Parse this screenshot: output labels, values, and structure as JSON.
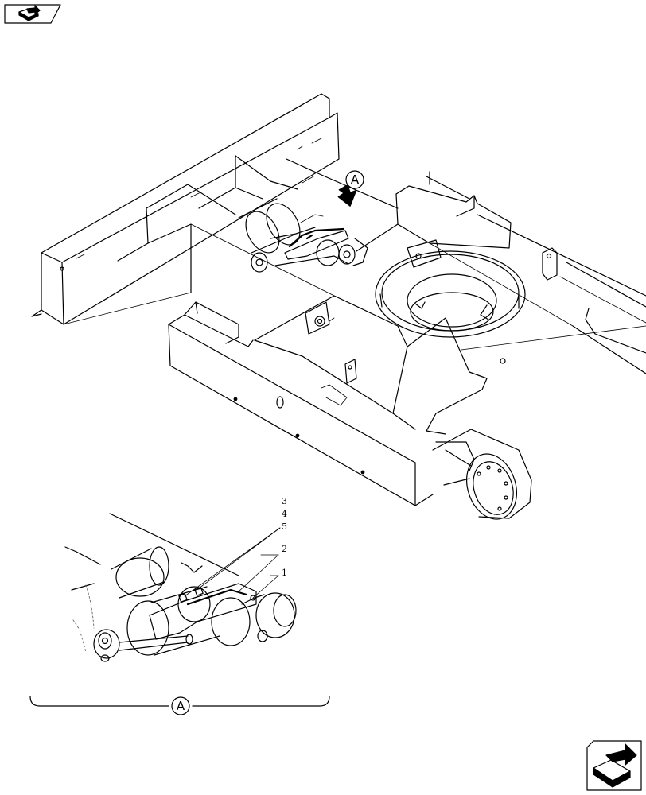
{
  "view_marker": {
    "letter": "A"
  },
  "detail_view": {
    "letter": "A"
  },
  "callouts": [
    {
      "id": "c3",
      "label": "3"
    },
    {
      "id": "c4",
      "label": "4"
    },
    {
      "id": "c5",
      "label": "5"
    },
    {
      "id": "c2",
      "label": "2"
    },
    {
      "id": "c1",
      "label": "1"
    }
  ],
  "nav": {
    "top_left_icon": "page-prev-icon",
    "bottom_right_icon": "page-next-icon"
  }
}
